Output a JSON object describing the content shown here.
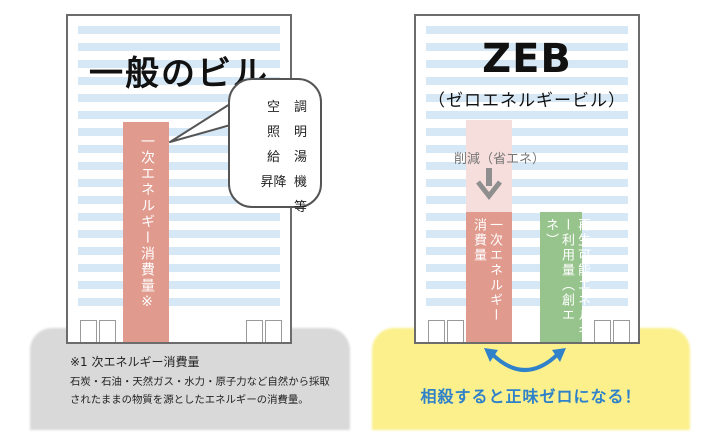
{
  "general_building": {
    "title": "一般のビル",
    "bar_label": "一次エネルギー消費量※",
    "bubble_items": [
      "空",
      "調",
      "照",
      "明",
      "給",
      "湯",
      "昇降",
      "機",
      "",
      "等"
    ]
  },
  "zeb_building": {
    "title": "ZEB",
    "subtitle": "（ゼロエネルギービル）",
    "reduced_label": "削減（省エネ）",
    "consumption_label": "一次エネルギー消費量",
    "renewable_label": "再生可能エネルギー利用量（創エネ）",
    "cancel_text": "相殺すると正味ゼロになる！"
  },
  "footnote": {
    "title": "※1 次エネルギー消費量",
    "body": "石炭・石油・天然ガス・水力・原子力など自然から採取されたままの物質を源としたエネルギーの消費量。"
  },
  "colors": {
    "consumption_bar": "#e19a8e",
    "reduced_bar": "#f6dedd",
    "renewable_bar": "#97c48c",
    "highlight_ground": "#fbf08c",
    "arrow_blue": "#2f82c9"
  }
}
